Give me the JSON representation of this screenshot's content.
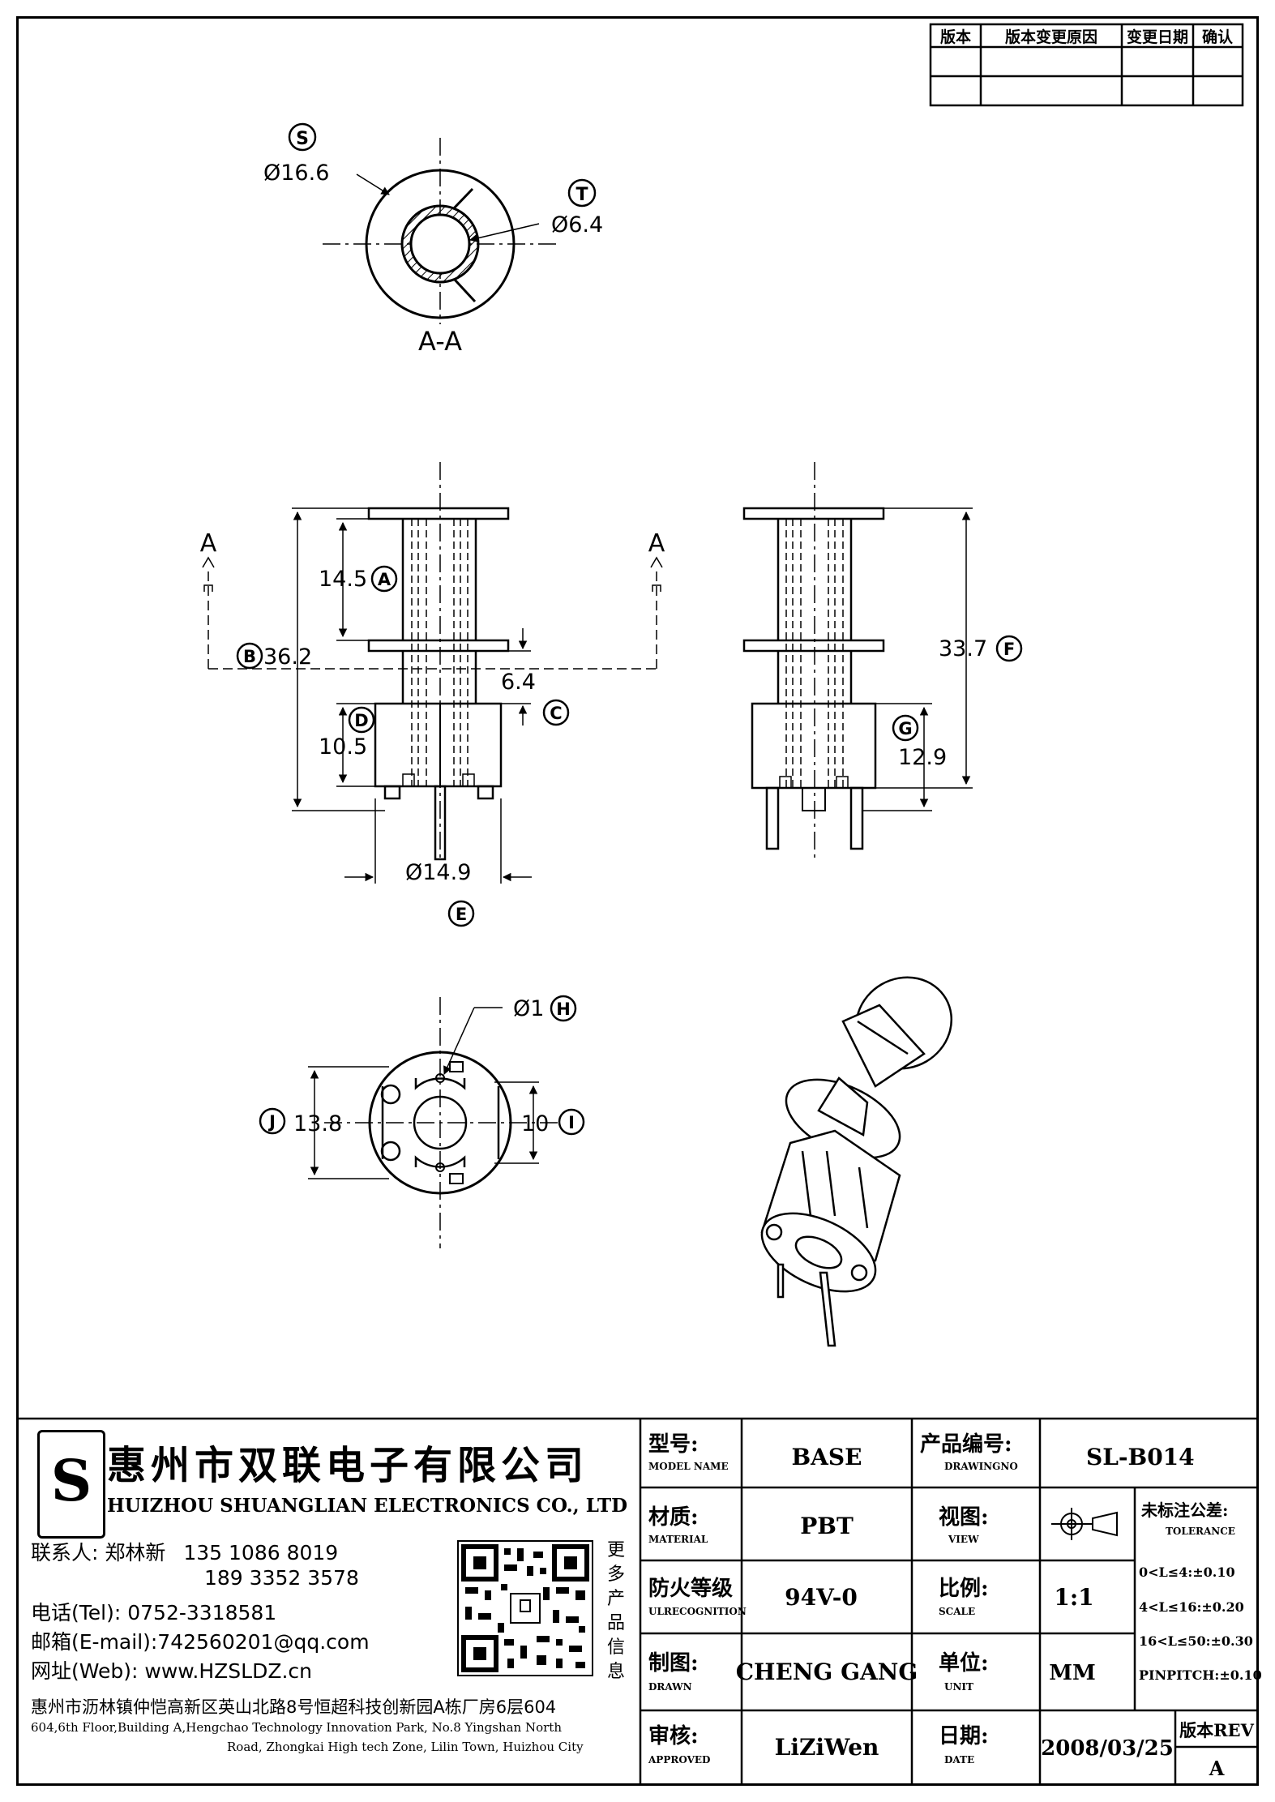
{
  "revision_table": {
    "headers": [
      "版本",
      "版本变更原因",
      "变更日期",
      "确认"
    ]
  },
  "section_view": {
    "label_s": "S",
    "dim_outer": "Ø16.6",
    "label_t": "T",
    "dim_inner": "Ø6.4",
    "section_name": "A-A"
  },
  "front_view": {
    "arrow_left": "A",
    "arrow_right": "A",
    "dim_a_value": "14.5",
    "label_a": "A",
    "label_b": "B",
    "dim_b_value": "36.2",
    "dim_c_value": "6.4",
    "label_c": "C",
    "label_d": "D",
    "dim_d_value": "10.5",
    "dim_e_value": "Ø14.9",
    "label_e": "E"
  },
  "side_view": {
    "dim_f_value": "33.7",
    "label_f": "F",
    "label_g": "G",
    "dim_g_value": "12.9"
  },
  "bottom_view": {
    "dim_h_value": "Ø1",
    "label_h": "H",
    "label_j": "J",
    "dim_j_value": "13.8",
    "dim_i_value": "10",
    "label_i": "I"
  },
  "company": {
    "logo_letter": "S",
    "name_cn": "惠州市双联电子有限公司",
    "name_en": "HUIZHOU SHUANGLIAN ELECTRONICS CO., LTD",
    "contact_label": "联系人:",
    "contact_name": "郑林新",
    "phone_1": "135 1086 8019",
    "phone_2": "189 3352 3578",
    "tel_line": "电话(Tel): 0752-3318581",
    "email_line": "邮箱(E-mail):742560201@qq.com",
    "web_line": "网址(Web): www.HZSLDZ.cn",
    "more_info": [
      "更",
      "多",
      "产",
      "品",
      "信",
      "息"
    ],
    "address_cn": "惠州市沥林镇仲恺高新区英山北路8号恒超科技创新园A栋厂房6层604",
    "address_en_1": "604,6th Floor,Building A,Hengchao Technology Innovation Park, No.8 Yingshan North",
    "address_en_2": "Road, Zhongkai High tech Zone, Lilin Town, Huizhou City"
  },
  "title_block": {
    "model_label_cn": "型号:",
    "model_label_en": "MODEL NAME",
    "model_value": "BASE",
    "drawing_no_label_cn": "产品编号:",
    "drawing_no_label_en": "DRAWINGNO",
    "drawing_no_value": "SL-B014",
    "material_label_cn": "材质:",
    "material_label_en": "MATERIAL",
    "material_value": "PBT",
    "view_label_cn": "视图:",
    "view_label_en": "VIEW",
    "tolerance_label_cn": "未标注公差:",
    "tolerance_label_en": "TOLERANCE",
    "tolerance_rows": [
      "0<L≤4:±0.10",
      "4<L≤16:±0.20",
      "16<L≤50:±0.30",
      "PINPITCH:±0.10"
    ],
    "fire_label_cn": "防火等级",
    "fire_label_en": "ULRECOGNITION",
    "fire_value": "94V-0",
    "scale_label_cn": "比例:",
    "scale_label_en": "SCALE",
    "scale_value": "1:1",
    "drawn_label_cn": "制图:",
    "drawn_label_en": "DRAWN",
    "drawn_value": "CHENG GANG",
    "unit_label_cn": "单位:",
    "unit_label_en": "UNIT",
    "unit_value": "MM",
    "approved_label_cn": "审核:",
    "approved_label_en": "APPROVED",
    "approved_value": "LiZiWen",
    "date_label_cn": "日期:",
    "date_label_en": "DATE",
    "date_value": "2008/03/25",
    "rev_label": "版本REV",
    "rev_value": "A"
  }
}
